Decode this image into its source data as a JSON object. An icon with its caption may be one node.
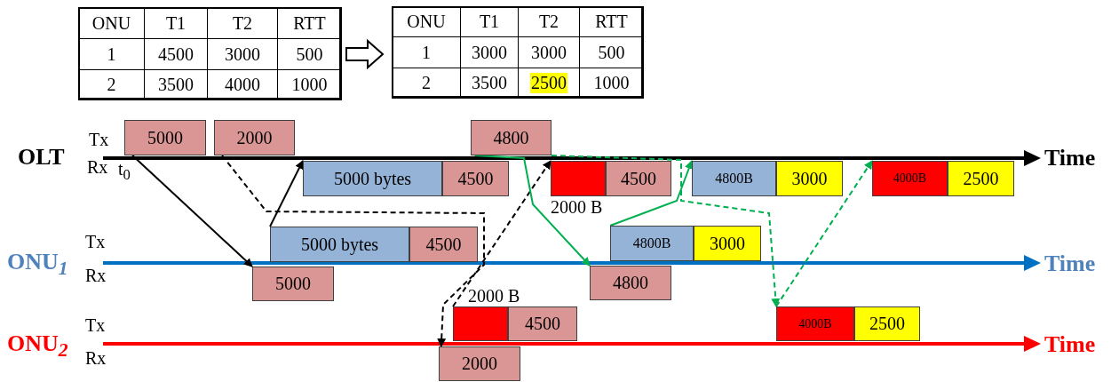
{
  "diagram": {
    "nodes": [
      {
        "text": [
          "5000"
        ]
      },
      {
        "text": [
          "2000"
        ]
      },
      {
        "text": [
          "4800"
        ]
      },
      {
        "text": [
          "5000 bytes"
        ]
      },
      {
        "text": [
          "4500"
        ]
      },
      {
        "text": [],
        "shape": "box",
        "beside": [
          "2000 B"
        ]
      },
      {
        "text": [
          "4500"
        ]
      },
      {
        "text": [
          "4800B"
        ]
      },
      {
        "text": [
          "3000"
        ]
      },
      {
        "text": [
          "4000B"
        ]
      },
      {
        "text": [
          "2500"
        ]
      },
      {
        "text": [
          "5000 bytes"
        ]
      },
      {
        "text": [
          "4500"
        ]
      },
      {
        "text": [
          "4800B"
        ]
      },
      {
        "text": [
          "3000"
        ]
      },
      {
        "text": [
          "5000"
        ]
      },
      {
        "text": [
          "4800"
        ]
      },
      {
        "text": [],
        "shape": "box",
        "beside": [
          "2000 B"
        ]
      },
      {
        "text": [
          "4500"
        ]
      },
      {
        "text": [
          "4000B"
        ]
      },
      {
        "text": [
          "2500"
        ]
      },
      {
        "text": [
          "2000"
        ]
      }
    ],
    "edges": [
      {
        "from": 0,
        "to": 15,
        "arrow": "to"
      },
      {
        "from": 11,
        "to": 3,
        "arrow": "to"
      },
      {
        "from": 1,
        "to": 21,
        "arrow": "to",
        "style": "dashed"
      },
      {
        "from": 17,
        "to": 5,
        "arrow": "to",
        "style": "dashed"
      },
      {
        "from": 2,
        "to": 16,
        "arrow": "to",
        "color": "#00b050"
      },
      {
        "from": 13,
        "to": 7,
        "arrow": "to",
        "color": "#00b050"
      },
      {
        "from": 2,
        "to": 19,
        "arrow": "to",
        "style": "dashed",
        "color": "#00b050"
      },
      {
        "from": 19,
        "to": 9,
        "arrow": "to",
        "style": "dashed",
        "color": "#00b050"
      }
    ],
    "labels": [
      "ONU",
      "T1",
      "T2",
      "RTT",
      "1",
      "4500",
      "3000",
      "500",
      "2",
      "3500",
      "4000",
      "1000",
      "ONU",
      "T1",
      "T2",
      "RTT",
      "1",
      "3000",
      "3000",
      "500",
      "2",
      "3500",
      "2500",
      "1000",
      "Tx",
      "OLT",
      "Rx",
      "t$_{0}$",
      "Time",
      "Tx",
      "ONU$_{1}$",
      "Time",
      "Rx",
      "Tx",
      "ONU$_{2}$",
      "Time",
      "Rx"
    ]
  }
}
